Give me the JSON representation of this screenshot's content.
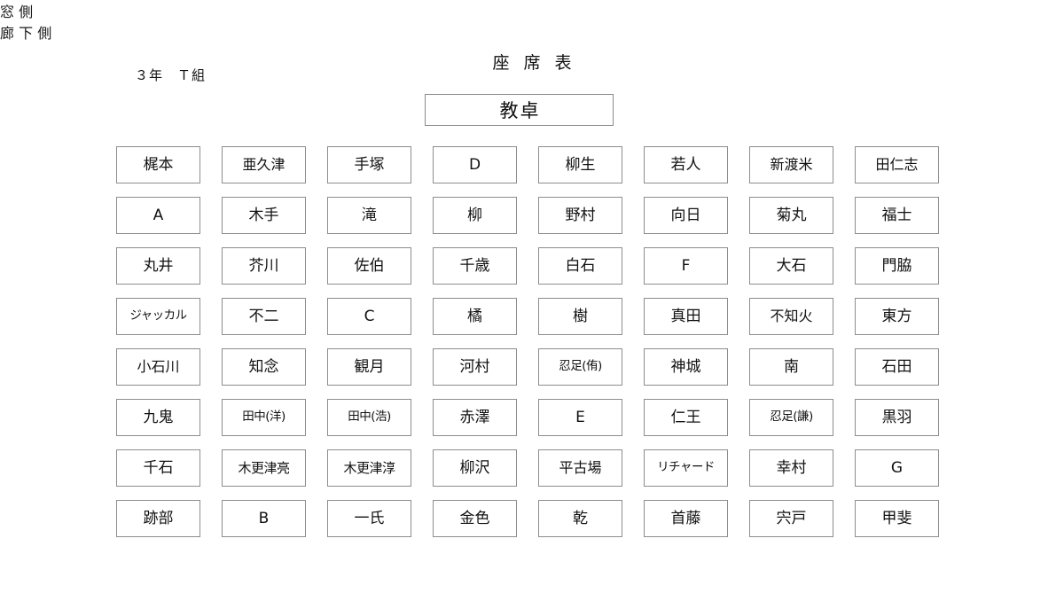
{
  "header": {
    "title": "座 席 表",
    "class_label": "３年　Ｔ組"
  },
  "podium": {
    "label": "教卓"
  },
  "window_side": {
    "name": "窓側",
    "chars": [
      "窓",
      "側"
    ]
  },
  "corridor_side": {
    "name": "廊下側",
    "chars": [
      "廊",
      "下",
      "側"
    ]
  },
  "grid": {
    "columns": 8,
    "rows": 8,
    "seats": [
      "梶本",
      "亜久津",
      "手塚",
      "D",
      "柳生",
      "若人",
      "新渡米",
      "田仁志",
      "A",
      "木手",
      "滝",
      "柳",
      "野村",
      "向日",
      "菊丸",
      "福士",
      "丸井",
      "芥川",
      "佐伯",
      "千歳",
      "白石",
      "F",
      "大石",
      "門脇",
      "ジャッカル",
      "不二",
      "C",
      "橘",
      "樹",
      "真田",
      "不知火",
      "東方",
      "小石川",
      "知念",
      "観月",
      "河村",
      "忍足(侑)",
      "神城",
      "南",
      "石田",
      "九鬼",
      "田中(洋)",
      "田中(浩)",
      "赤澤",
      "E",
      "仁王",
      "忍足(謙)",
      "黒羽",
      "千石",
      "木更津亮",
      "木更津淳",
      "柳沢",
      "平古場",
      "リチャード",
      "幸村",
      "G",
      "跡部",
      "B",
      "一氏",
      "金色",
      "乾",
      "首藤",
      "宍戸",
      "甲斐"
    ]
  }
}
